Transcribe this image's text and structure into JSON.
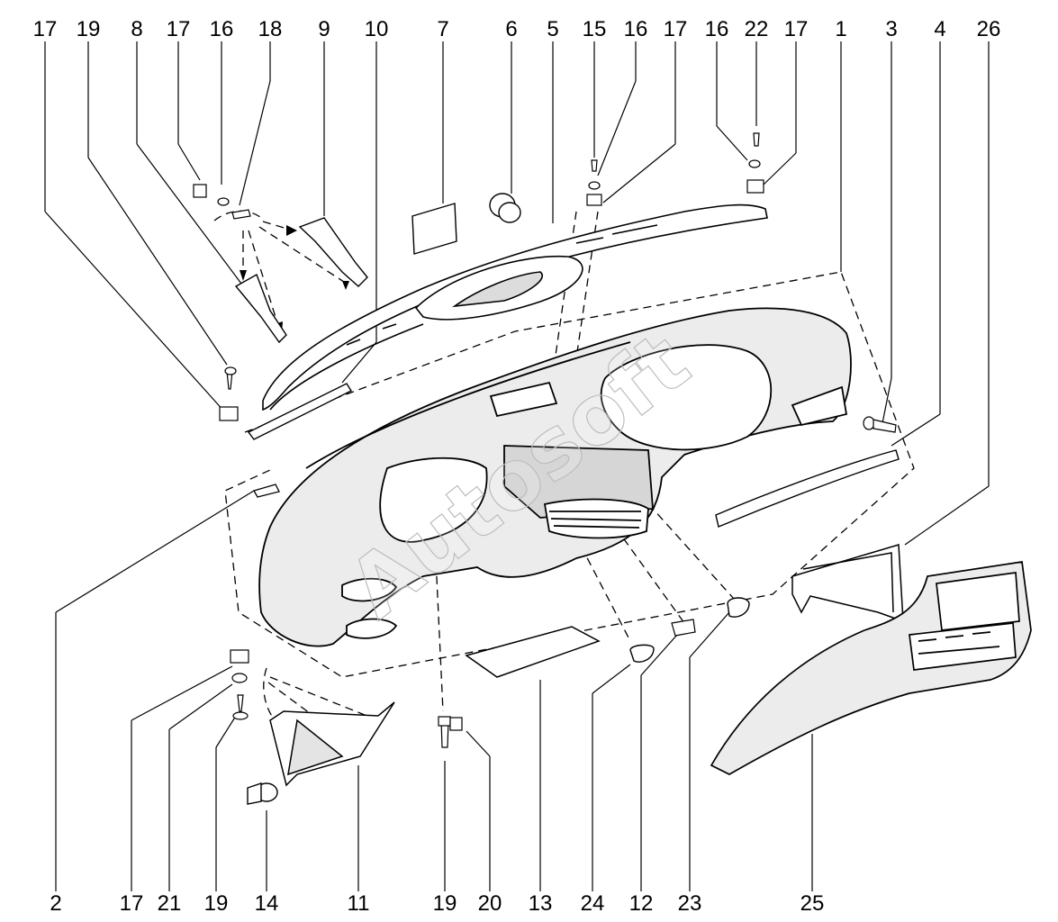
{
  "watermark": "Autosoft",
  "callouts": [
    {
      "id": "c-top-1",
      "text": "17"
    },
    {
      "id": "c-top-2",
      "text": "19"
    },
    {
      "id": "c-top-3",
      "text": "8"
    },
    {
      "id": "c-top-4",
      "text": "17"
    },
    {
      "id": "c-top-5",
      "text": "16"
    },
    {
      "id": "c-top-6",
      "text": "18"
    },
    {
      "id": "c-top-7",
      "text": "9"
    },
    {
      "id": "c-top-8",
      "text": "10"
    },
    {
      "id": "c-top-9",
      "text": "7"
    },
    {
      "id": "c-top-10",
      "text": "6"
    },
    {
      "id": "c-top-11",
      "text": "5"
    },
    {
      "id": "c-top-12",
      "text": "15"
    },
    {
      "id": "c-top-13",
      "text": "16"
    },
    {
      "id": "c-top-14",
      "text": "17"
    },
    {
      "id": "c-top-15",
      "text": "16"
    },
    {
      "id": "c-top-16",
      "text": "22"
    },
    {
      "id": "c-top-17",
      "text": "17"
    },
    {
      "id": "c-top-18",
      "text": "1"
    },
    {
      "id": "c-top-19",
      "text": "3"
    },
    {
      "id": "c-top-20",
      "text": "4"
    },
    {
      "id": "c-top-21",
      "text": "26"
    },
    {
      "id": "c-bot-1",
      "text": "2"
    },
    {
      "id": "c-bot-2",
      "text": "17"
    },
    {
      "id": "c-bot-3",
      "text": "21"
    },
    {
      "id": "c-bot-4",
      "text": "19"
    },
    {
      "id": "c-bot-5",
      "text": "14"
    },
    {
      "id": "c-bot-6",
      "text": "11"
    },
    {
      "id": "c-bot-7",
      "text": "19"
    },
    {
      "id": "c-bot-8",
      "text": "20"
    },
    {
      "id": "c-bot-9",
      "text": "13"
    },
    {
      "id": "c-bot-10",
      "text": "24"
    },
    {
      "id": "c-bot-11",
      "text": "12"
    },
    {
      "id": "c-bot-12",
      "text": "23"
    },
    {
      "id": "c-bot-13",
      "text": "25"
    }
  ]
}
